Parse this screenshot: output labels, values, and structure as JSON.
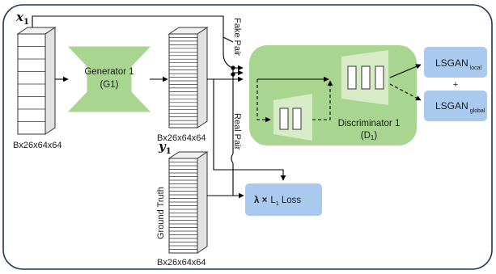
{
  "diagram": {
    "input": {
      "symbol": "x",
      "subscript": "1",
      "size_label": "Bx26x64x64"
    },
    "generator": {
      "title": "Generator 1",
      "abbr": "(G1)"
    },
    "generated": {
      "size_label": "Bx26x64x64"
    },
    "ground_truth": {
      "symbol": "y",
      "subscript": "1",
      "label": "Ground Truth",
      "size_label": "Bx26x64x64"
    },
    "pairs": {
      "fake": "Fake Pair",
      "real": "Real Pair"
    },
    "discriminator": {
      "title": "Discriminator 1",
      "abbr_main": "(D",
      "abbr_sub": "1",
      "abbr_end": ")"
    },
    "lsgan_local": {
      "main": "LSGAN",
      "sub": "local"
    },
    "plus": "+",
    "lsgan_global": {
      "main": "LSGAN",
      "sub": "global"
    },
    "l1_loss": {
      "lambda": "λ ×",
      "main": "L",
      "sub": "1",
      "rest": " Loss"
    },
    "colors": {
      "green": "#a8d58f",
      "green_dark": "#b9dca6",
      "blue": "#a9c9ee",
      "frame": "#1d3557"
    }
  }
}
